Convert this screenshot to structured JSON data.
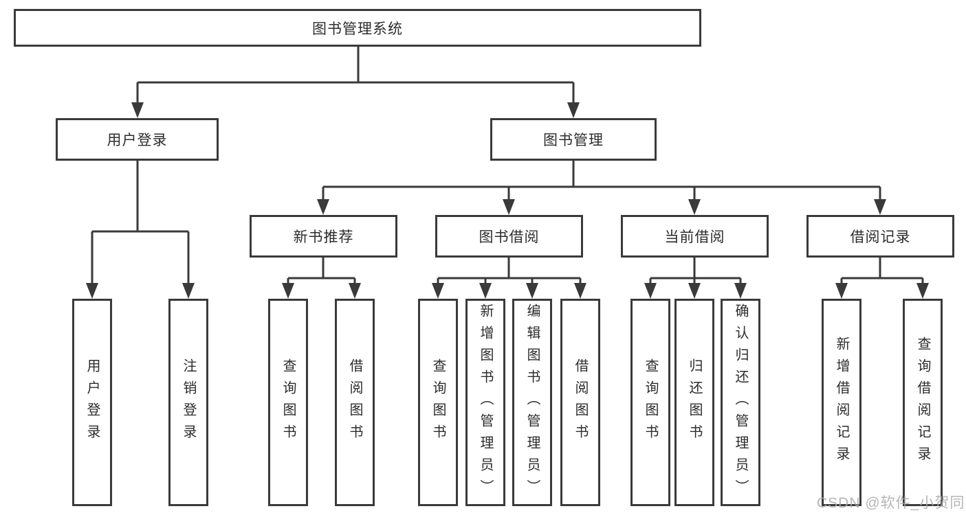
{
  "diagram_title": "图书管理系统",
  "nodes": {
    "root": {
      "label": "图书管理系统"
    },
    "level2": [
      {
        "label": "用户登录"
      },
      {
        "label": "图书管理"
      }
    ],
    "level3": [
      {
        "label": "新书推荐",
        "parent": "图书管理"
      },
      {
        "label": "图书借阅",
        "parent": "图书管理"
      },
      {
        "label": "当前借阅",
        "parent": "图书管理"
      },
      {
        "label": "借阅记录",
        "parent": "图书管理"
      }
    ],
    "leaves": [
      {
        "label": "用户登录",
        "parent": "用户登录"
      },
      {
        "label": "注销登录",
        "parent": "用户登录"
      },
      {
        "label": "查询图书",
        "parent": "新书推荐"
      },
      {
        "label": "借阅图书",
        "parent": "新书推荐"
      },
      {
        "label": "查询图书",
        "parent": "图书借阅"
      },
      {
        "label": "新增图书（管理员）",
        "parent": "图书借阅"
      },
      {
        "label": "编辑图书（管理员）",
        "parent": "图书借阅"
      },
      {
        "label": "借阅图书",
        "parent": "图书借阅"
      },
      {
        "label": "查询图书",
        "parent": "当前借阅"
      },
      {
        "label": "归还图书",
        "parent": "当前借阅"
      },
      {
        "label": "确认归还（管理员）",
        "parent": "当前借阅"
      },
      {
        "label": "新增借阅记录",
        "parent": "借阅记录"
      },
      {
        "label": "查询借阅记录",
        "parent": "借阅记录"
      }
    ]
  },
  "watermark": "CSDN @软件_小贺同学",
  "colors": {
    "line": "#3a3a3c",
    "text": "#2c2c2e",
    "box_background": "#ffffff",
    "page_background": "#ffffff",
    "watermark": "#a9a9a9"
  }
}
